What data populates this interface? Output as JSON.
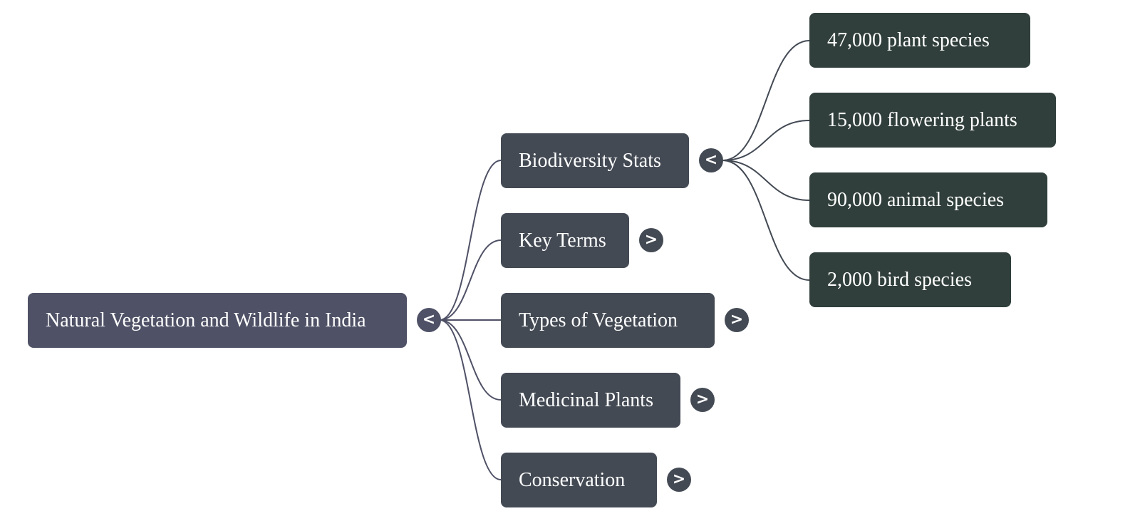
{
  "mindmap": {
    "root": {
      "label": "Natural Vegetation and Wildlife in India",
      "toggle": "<"
    },
    "branches": [
      {
        "label": "Biodiversity Stats",
        "toggle": "<",
        "children": [
          {
            "label": "47,000 plant species"
          },
          {
            "label": "15,000 flowering plants"
          },
          {
            "label": "90,000 animal species"
          },
          {
            "label": "2,000 bird species"
          }
        ]
      },
      {
        "label": "Key Terms",
        "toggle": ">"
      },
      {
        "label": "Types of Vegetation",
        "toggle": ">"
      },
      {
        "label": "Medicinal Plants",
        "toggle": ">"
      },
      {
        "label": "Conservation",
        "toggle": ">"
      }
    ]
  },
  "colors": {
    "root": "#4f5166",
    "branch": "#434a54",
    "leaf": "#303f3b",
    "edge": "#4f5166"
  }
}
